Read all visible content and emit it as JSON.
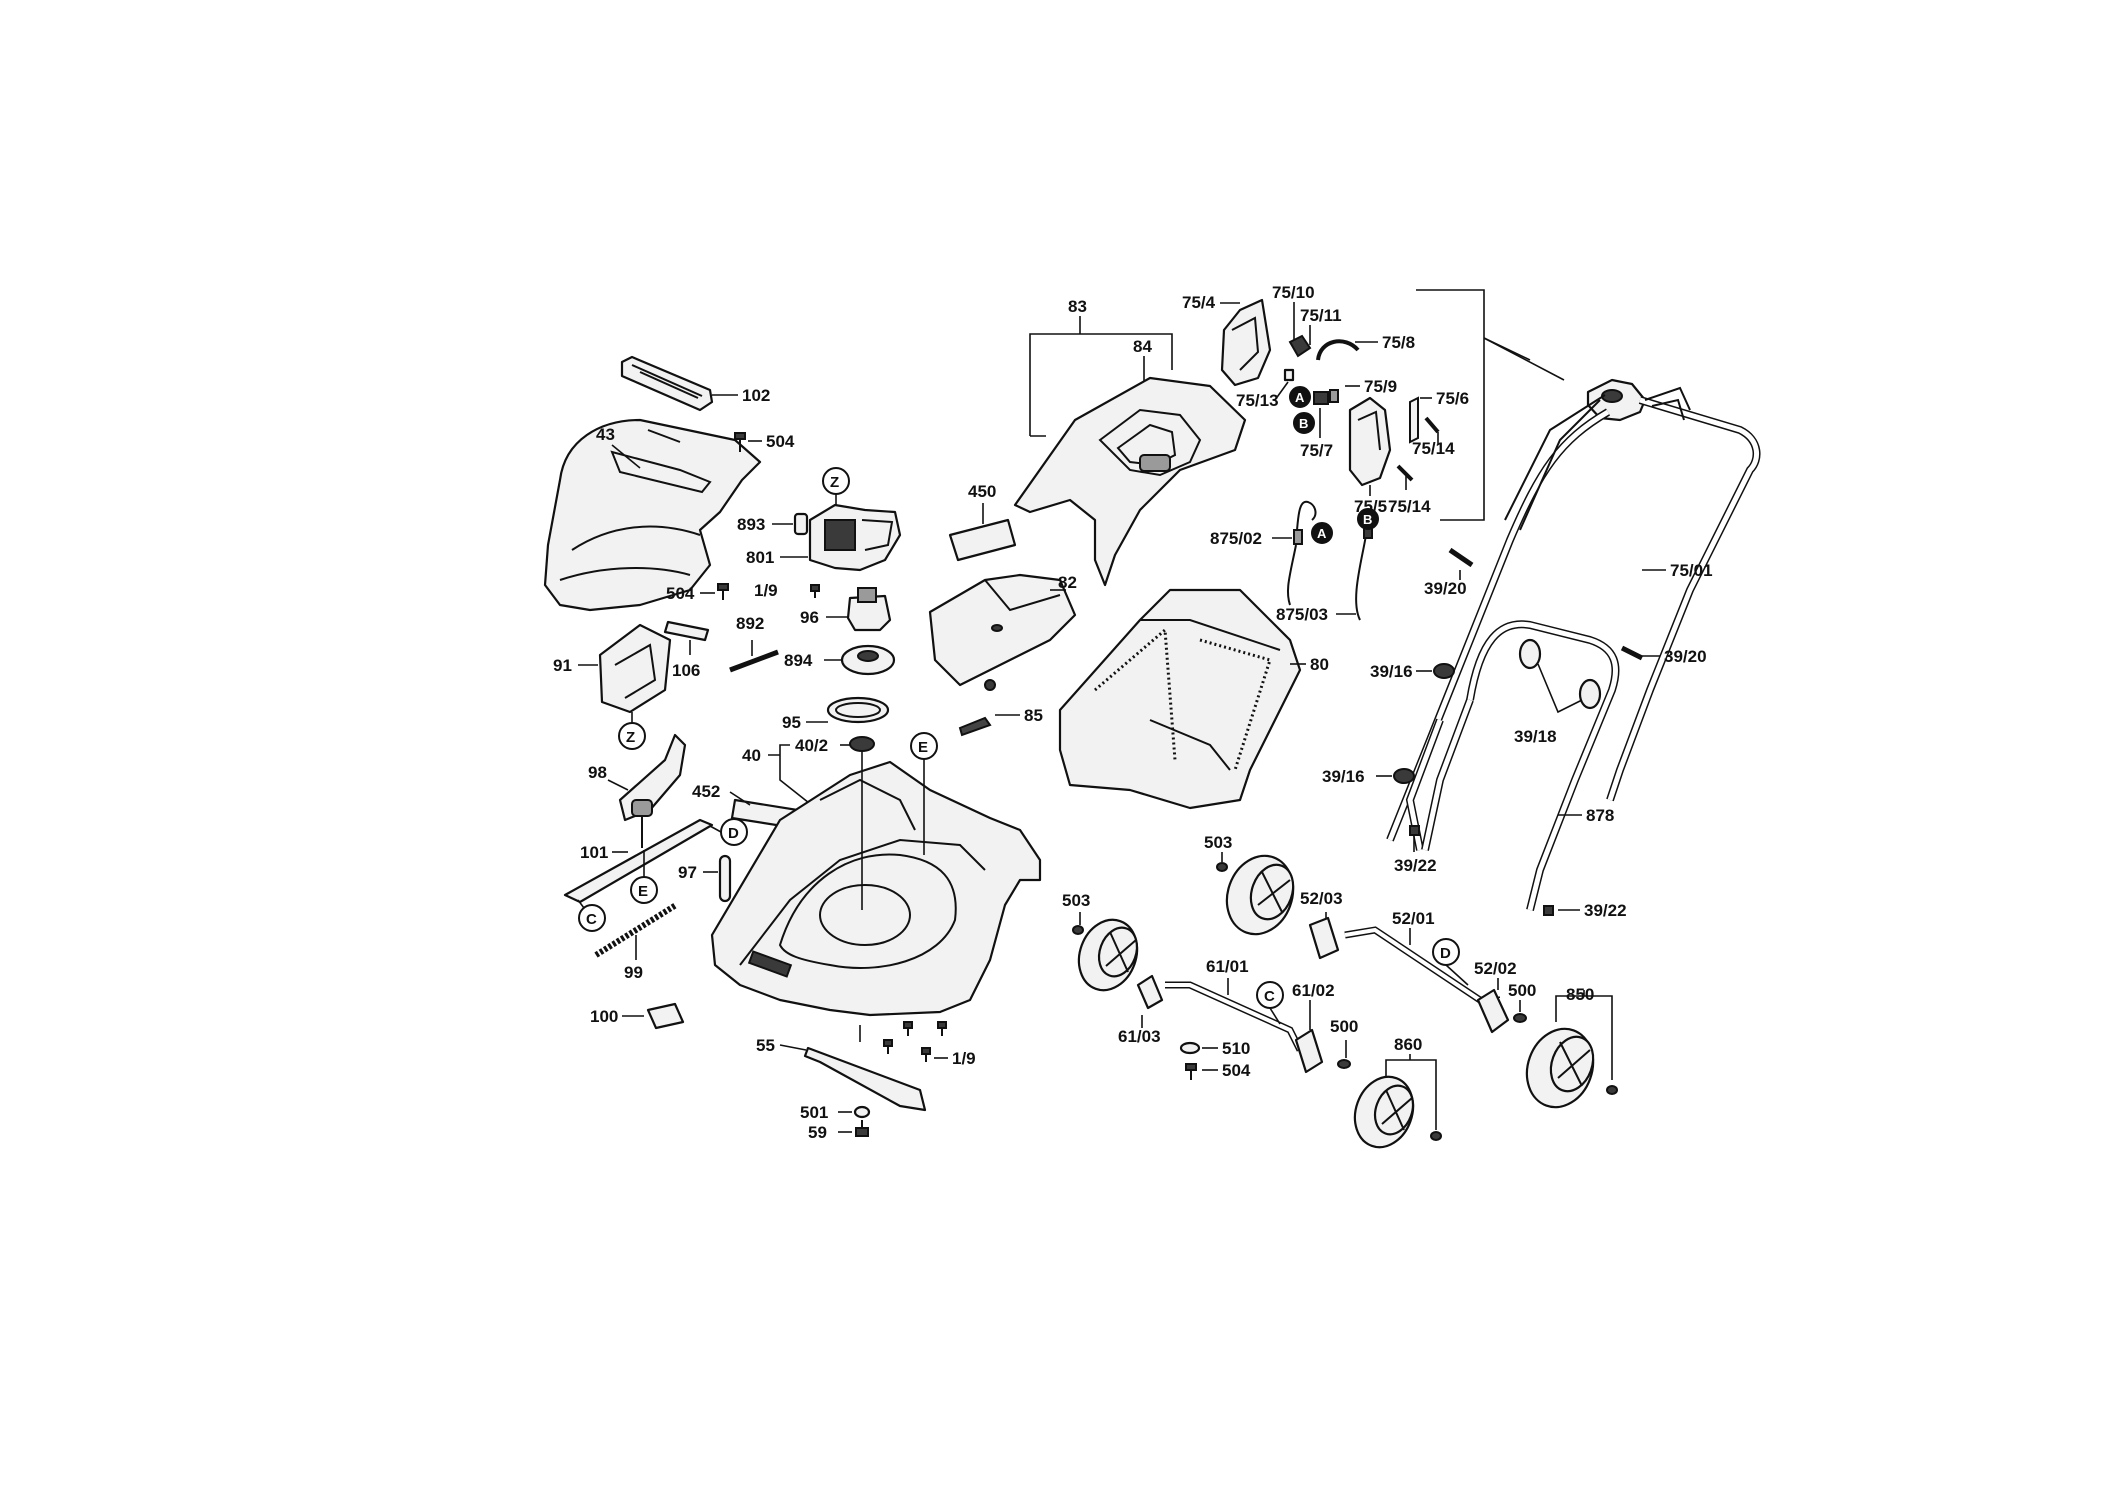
{
  "diagram": {
    "type": "exploded-parts-diagram",
    "subject": "electric rotary lawn mower",
    "part_labels": {
      "p102": "102",
      "p43": "43",
      "p504a": "504",
      "p504b": "504",
      "p504c": "504",
      "p893": "893",
      "p801": "801",
      "p1_9a": "1/9",
      "p1_9b": "1/9",
      "p96": "96",
      "p894": "894",
      "p892": "892",
      "p91": "91",
      "p106": "106",
      "p95": "95",
      "p40": "40",
      "p40_2": "40/2",
      "p98": "98",
      "p452": "452",
      "p101": "101",
      "p97": "97",
      "p99": "99",
      "p100": "100",
      "p55": "55",
      "p501": "501",
      "p59": "59",
      "p450": "450",
      "p82": "82",
      "p83": "83",
      "p84": "84",
      "p85": "85",
      "p80": "80",
      "p75_4": "75/4",
      "p75_10": "75/10",
      "p75_11": "75/11",
      "p75_8": "75/8",
      "p75_13": "75/13",
      "p75_9": "75/9",
      "p75_6": "75/6",
      "p75_7": "75/7",
      "p75_14a": "75/14",
      "p75_14b": "75/14",
      "p75_5": "75/5",
      "p875_02": "875/02",
      "p875_03": "875/03",
      "p39_20a": "39/20",
      "p39_20b": "39/20",
      "p75_01": "75/01",
      "p39_16a": "39/16",
      "p39_16b": "39/16",
      "p39_18": "39/18",
      "p39_22a": "39/22",
      "p39_22b": "39/22",
      "p878": "878",
      "p503a": "503",
      "p503b": "503",
      "p52_03": "52/03",
      "p52_01": "52/01",
      "p52_02": "52/02",
      "p500a": "500",
      "p500b": "500",
      "p850": "850",
      "p61_01": "61/01",
      "p61_02": "61/02",
      "p61_03": "61/03",
      "p510": "510",
      "p860": "860"
    },
    "reference_markers": {
      "z1": "Z",
      "z2": "Z",
      "e1": "E",
      "e2": "E",
      "d1": "D",
      "d2": "D",
      "c1": "C",
      "c2": "C",
      "a1": "A",
      "a2": "A",
      "b1": "B",
      "b2": "B"
    },
    "colors": {
      "line": "#111111",
      "fill": "#f2f2f2",
      "background": "#ffffff"
    }
  }
}
